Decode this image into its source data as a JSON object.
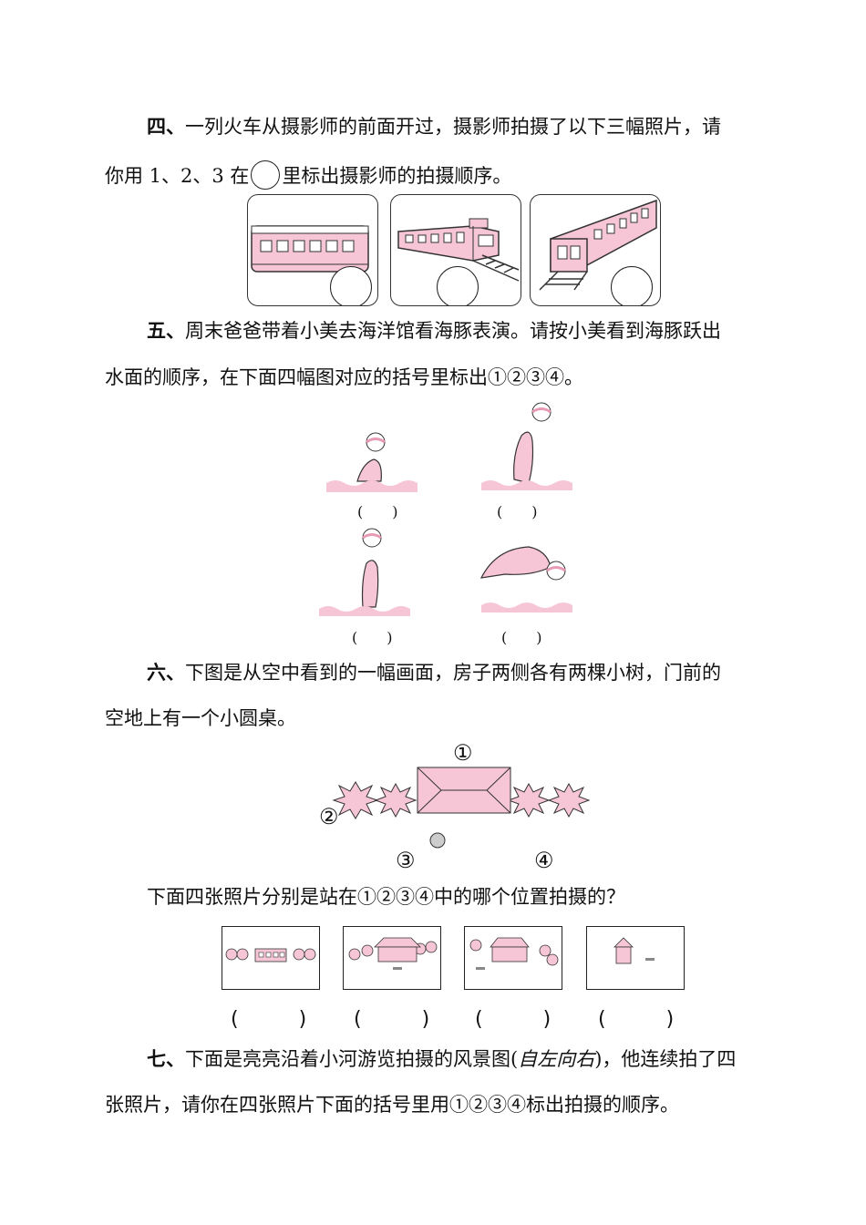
{
  "q4": {
    "label": "四、",
    "line1": "一列火车从摄影师的前面开过，摄影师拍摄了以下三幅照片，请",
    "line2a": "你用 1、2、3 在",
    "line2b": "里标出摄影师的拍摄顺序。"
  },
  "q5": {
    "label": "五、",
    "line1": "周末爸爸带着小美去海洋馆看海豚表演。请按小美看到海豚跃出",
    "line2": "水面的顺序，在下面四幅图对应的括号里标出①②③④。",
    "parens": [
      "(　　)",
      "(　　)",
      "(　　)",
      "(　　)"
    ]
  },
  "q6": {
    "label": "六、",
    "line1": "下图是从空中看到的一幅画面，房子两侧各有两棵小树，门前的",
    "line2": "空地上有一个小圆桌。",
    "markers": [
      "①",
      "②",
      "③",
      "④"
    ],
    "question": "下面四张照片分别是站在①②③④中的哪个位置拍摄的？",
    "parens": [
      "(　　　)",
      "(　　　)",
      "(　　　)",
      "(　　　)"
    ]
  },
  "q7": {
    "label": "七、",
    "line1a": "下面是亮亮沿着小河游览拍摄的风景图(",
    "line1b": "自左向右",
    "line1c": ")，他连续拍了四",
    "line2": "张照片，请你在四张照片下面的括号里用①②③④标出拍摄的顺序。"
  },
  "colors": {
    "pink": "#f6c6d6",
    "pink_dark": "#e89ab5",
    "stroke": "#333333"
  }
}
